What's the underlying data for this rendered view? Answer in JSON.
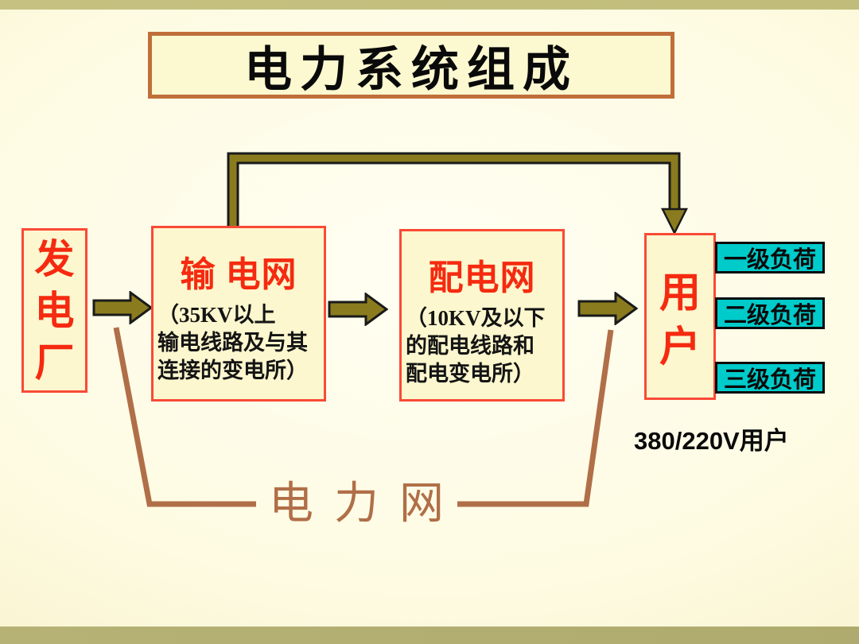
{
  "title": "电力系统组成",
  "nodes": {
    "plant": {
      "label": "发电厂"
    },
    "transmission": {
      "title": "输 电网",
      "desc": "（35KV以上\n输电线路及与其\n连接的变电所）"
    },
    "distribution": {
      "title": "配电网",
      "desc": "（10KV及以下\n的配电线路和\n配电变电所）"
    },
    "users": {
      "label": "用户"
    }
  },
  "loads": [
    {
      "label": "一级负荷"
    },
    {
      "label": "二级负荷"
    },
    {
      "label": "三级负荷"
    }
  ],
  "voltage_note": "380/220V用户",
  "grid_label": "电 力 网",
  "icons": {
    "flow_arrow": "block-arrow-right-icon",
    "feedback_arrow": "elbow-arrow-down-icon",
    "grid_bracket": "bracket-lines-icon"
  },
  "colors": {
    "background": "#FEFBE2",
    "edge_band": "#C1BC7A",
    "box_fill": "#FCF7CE",
    "box_border_red": "#F94A36",
    "text_red": "#F52A10",
    "arrow_olive": "#8A7C1E",
    "bracket_brown": "#B06F48",
    "load_cyan": "#00CBCB",
    "title_border": "#C06E3A",
    "text_black": "#0A0A0A"
  }
}
